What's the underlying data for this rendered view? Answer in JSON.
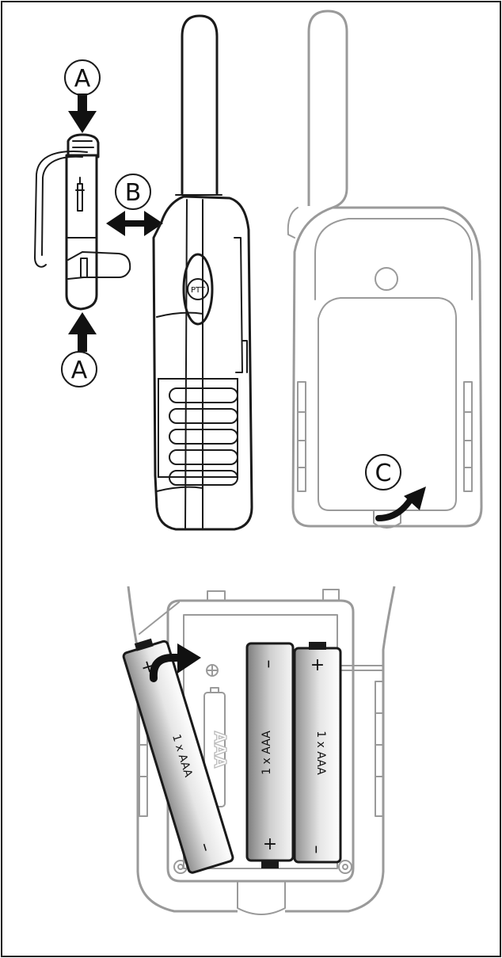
{
  "labels": {
    "a_top": "A",
    "a_bottom": "A",
    "b": "B",
    "c": "C",
    "ptt": "PTT"
  },
  "batteries": [
    {
      "label": "1 x AAA",
      "plus": "+",
      "minus": "–"
    },
    {
      "label": "1 x AAA",
      "plus": "+",
      "minus": "–"
    },
    {
      "label": "1 x AAA",
      "plus": "+",
      "minus": "–"
    }
  ],
  "compartment_marking": "AAA",
  "colors": {
    "line": "#1a1a1a",
    "light_line": "#9a9a9a",
    "arrow": "#111111",
    "battery_dark": "#9e9e9e",
    "battery_light": "#f4f4f4"
  }
}
